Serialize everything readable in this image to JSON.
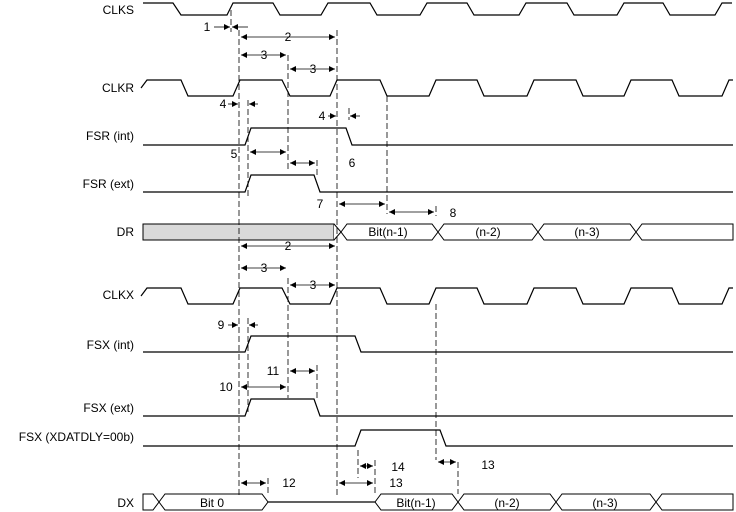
{
  "signals": {
    "clks": "CLKS",
    "clkr": "CLKR",
    "fsr_int": "FSR (int)",
    "fsr_ext": "FSR (ext)",
    "dr": "DR",
    "clkx": "CLKX",
    "fsx_int": "FSX (int)",
    "fsx_ext": "FSX (ext)",
    "fsx_xdat": "FSX (XDATDLY=00b)",
    "dx": "DX"
  },
  "dr_bus": [
    "Bit(n-1)",
    "(n-2)",
    "(n-3)"
  ],
  "dx_bus": [
    "Bit 0",
    "Bit(n-1)",
    "(n-2)",
    "(n-3)"
  ],
  "timing_labels": {
    "t1": "1",
    "t2_top": "2",
    "t3_a": "3",
    "t3_b": "3",
    "t4_a": "4",
    "t4_b": "4",
    "t5": "5",
    "t6": "6",
    "t7": "7",
    "t8": "8",
    "t2_mid": "2",
    "t3_c": "3",
    "t3_d": "3",
    "t9": "9",
    "t10": "10",
    "t11": "11",
    "t13_a": "13",
    "t14": "14",
    "t12": "12",
    "t13_b": "13"
  }
}
